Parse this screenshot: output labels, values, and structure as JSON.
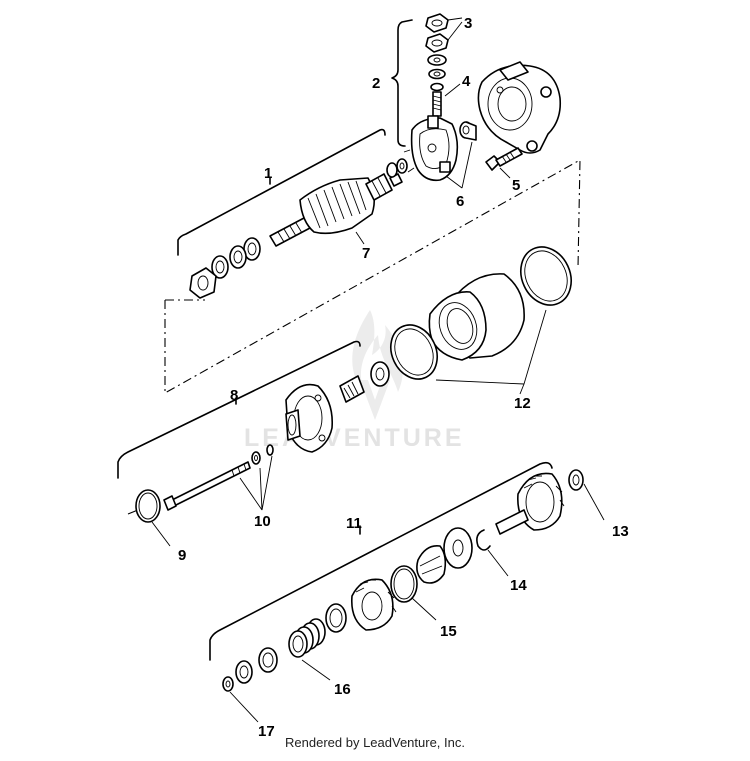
{
  "callouts": {
    "c1": "1",
    "c2": "2",
    "c3": "3",
    "c4": "4",
    "c5": "5",
    "c6": "6",
    "c7": "7",
    "c8": "8",
    "c9": "9",
    "c10": "10",
    "c11": "11",
    "c12": "12",
    "c13": "13",
    "c14": "14",
    "c15": "15",
    "c16": "16",
    "c17": "17"
  },
  "watermark": {
    "text": "LEADVENTURE"
  },
  "footer": {
    "text": "Rendered by LeadVenture, Inc."
  }
}
